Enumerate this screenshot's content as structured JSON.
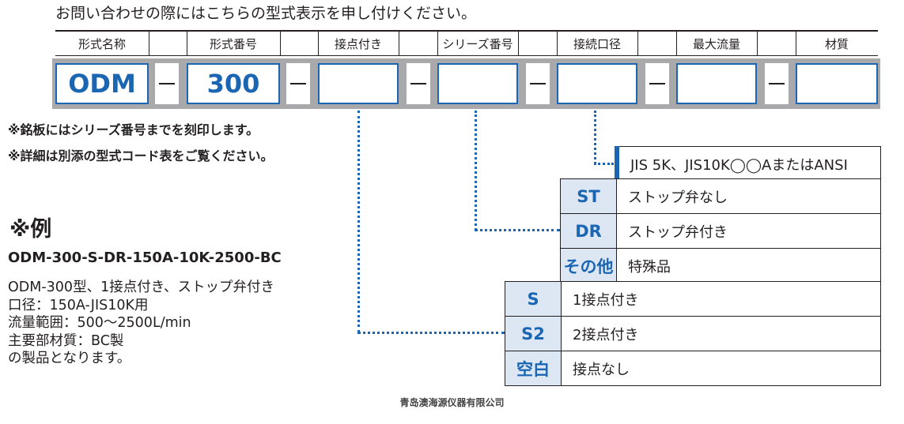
{
  "instruction": "お問い合わせの際にはこちらの型式表示を申し付けください。",
  "header": {
    "model_name": "形式名称",
    "model_number": "形式番号",
    "contact": "接点付き",
    "series_number": "シリーズ番号",
    "connection_size": "接続口径",
    "max_flow": "最大流量",
    "material": "材質"
  },
  "code_boxes": {
    "model_name_value": "ODM",
    "model_number_value": "300",
    "contact_value": "",
    "series_value": "",
    "connection_value": "",
    "flow_value": "",
    "material_value": ""
  },
  "notes": {
    "note1": "※銘板にはシリーズ番号までを刻印します。",
    "note2": "※詳細は別添の型式コード表をご覧ください。"
  },
  "example": {
    "heading": "※例",
    "code": "ODM-300-S-DR-150A-10K-2500-BC",
    "lines": [
      "ODM-300型、1接点付き、ストップ弁付き",
      "口径：150A-JIS10K用",
      "流量範囲：500〜2500L/min",
      "主要部材質：BC製",
      "の製品となります。"
    ]
  },
  "connection_options": {
    "label": "JIS 5K、JIS10K◯◯AまたはANSI"
  },
  "series_options": [
    {
      "code": "ST",
      "desc": "ストップ弁なし"
    },
    {
      "code": "DR",
      "desc": "ストップ弁付き"
    },
    {
      "code": "その他",
      "desc": "特殊品"
    }
  ],
  "contact_options": [
    {
      "code": "S",
      "desc": "1接点付き"
    },
    {
      "code": "S2",
      "desc": "2接点付き"
    },
    {
      "code": "空白",
      "desc": "接点なし"
    }
  ],
  "footer": "青岛澳海源仪器有限公司",
  "colors": {
    "accent": "#1a66b3",
    "code_cell_bg": "#dde7f3",
    "bar_gray": "#a9a9ac"
  }
}
